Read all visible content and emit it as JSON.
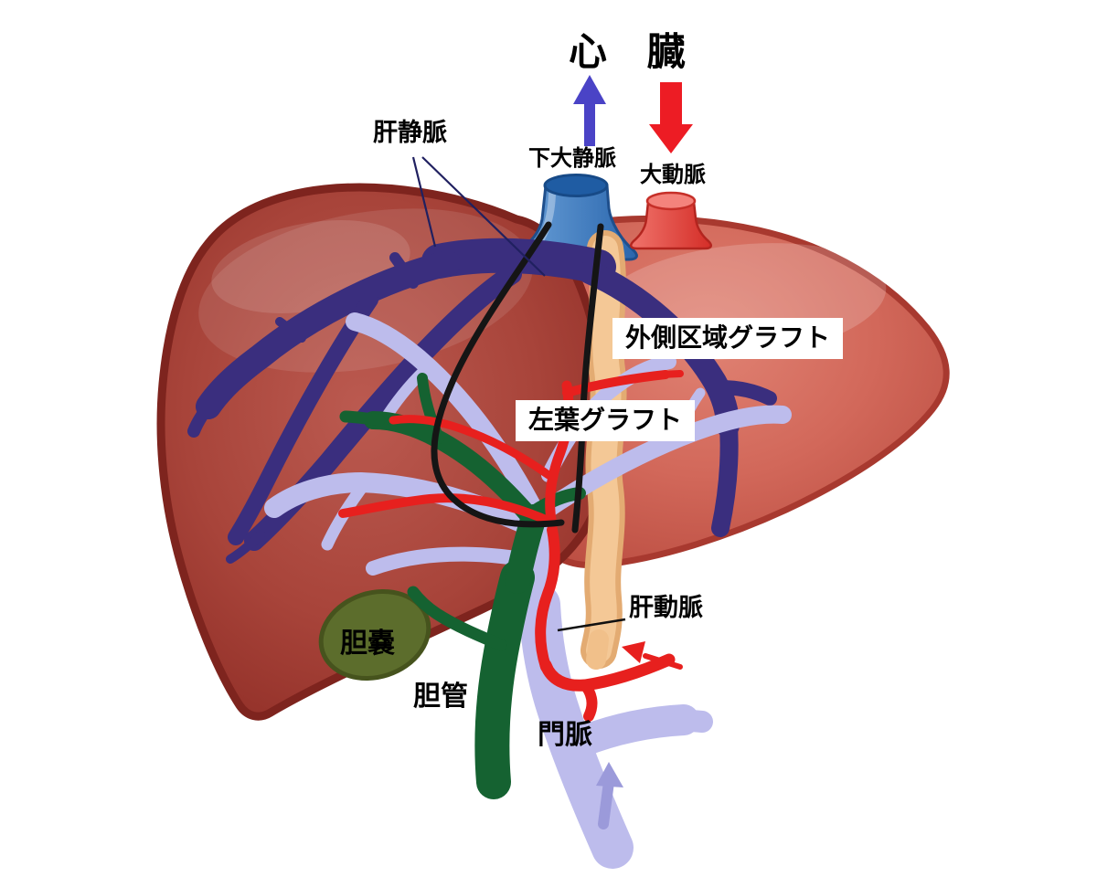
{
  "diagram": {
    "labels": {
      "heart": "心 臓",
      "hepatic_vein": "肝静脈",
      "inferior_vena_cava": "下大静脈",
      "aorta": "大動脈",
      "lateral_segment_graft": "外側区域グラフト",
      "left_lobe_graft": "左葉グラフト",
      "hepatic_artery": "肝動脈",
      "gallbladder": "胆嚢",
      "bile_duct": "胆管",
      "portal_vein": "門脈"
    },
    "colors": {
      "liver_left_lobe": "#a8443a",
      "liver_right_lobe": "#d2685a",
      "hepatic_vein_purple": "#3a2e7e",
      "ivc_blue": "#3f80c4",
      "aorta_red": "#e23b35",
      "descending_aorta_tan": "#f1c08a",
      "portal_vein_lavender": "#bdbcec",
      "hepatic_artery_red": "#e7201e",
      "bile_duct_green": "#156231",
      "gallbladder_olive": "#5c6d2c",
      "graft_line_black": "#151515",
      "heart_arrow_blue": "#4a43c6",
      "heart_arrow_red": "#ed1c24"
    }
  }
}
